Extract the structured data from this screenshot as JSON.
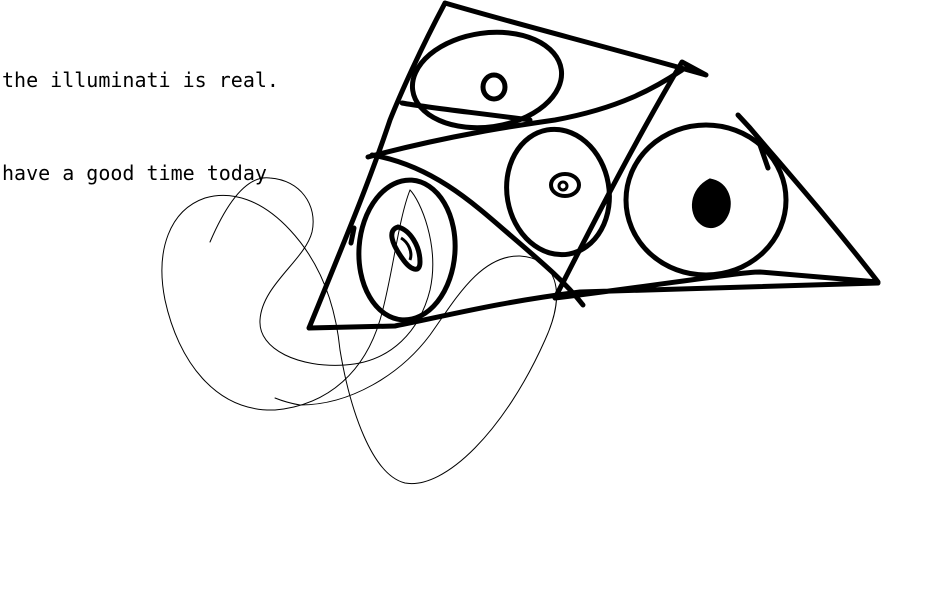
{
  "caption": {
    "line1": "the illuminati is real.",
    "line2": "have a good time today"
  },
  "colors": {
    "ink": "#000000",
    "background": "#ffffff"
  },
  "drawing": {
    "subject": "triangle-of-eyes",
    "eye_count": 4
  }
}
